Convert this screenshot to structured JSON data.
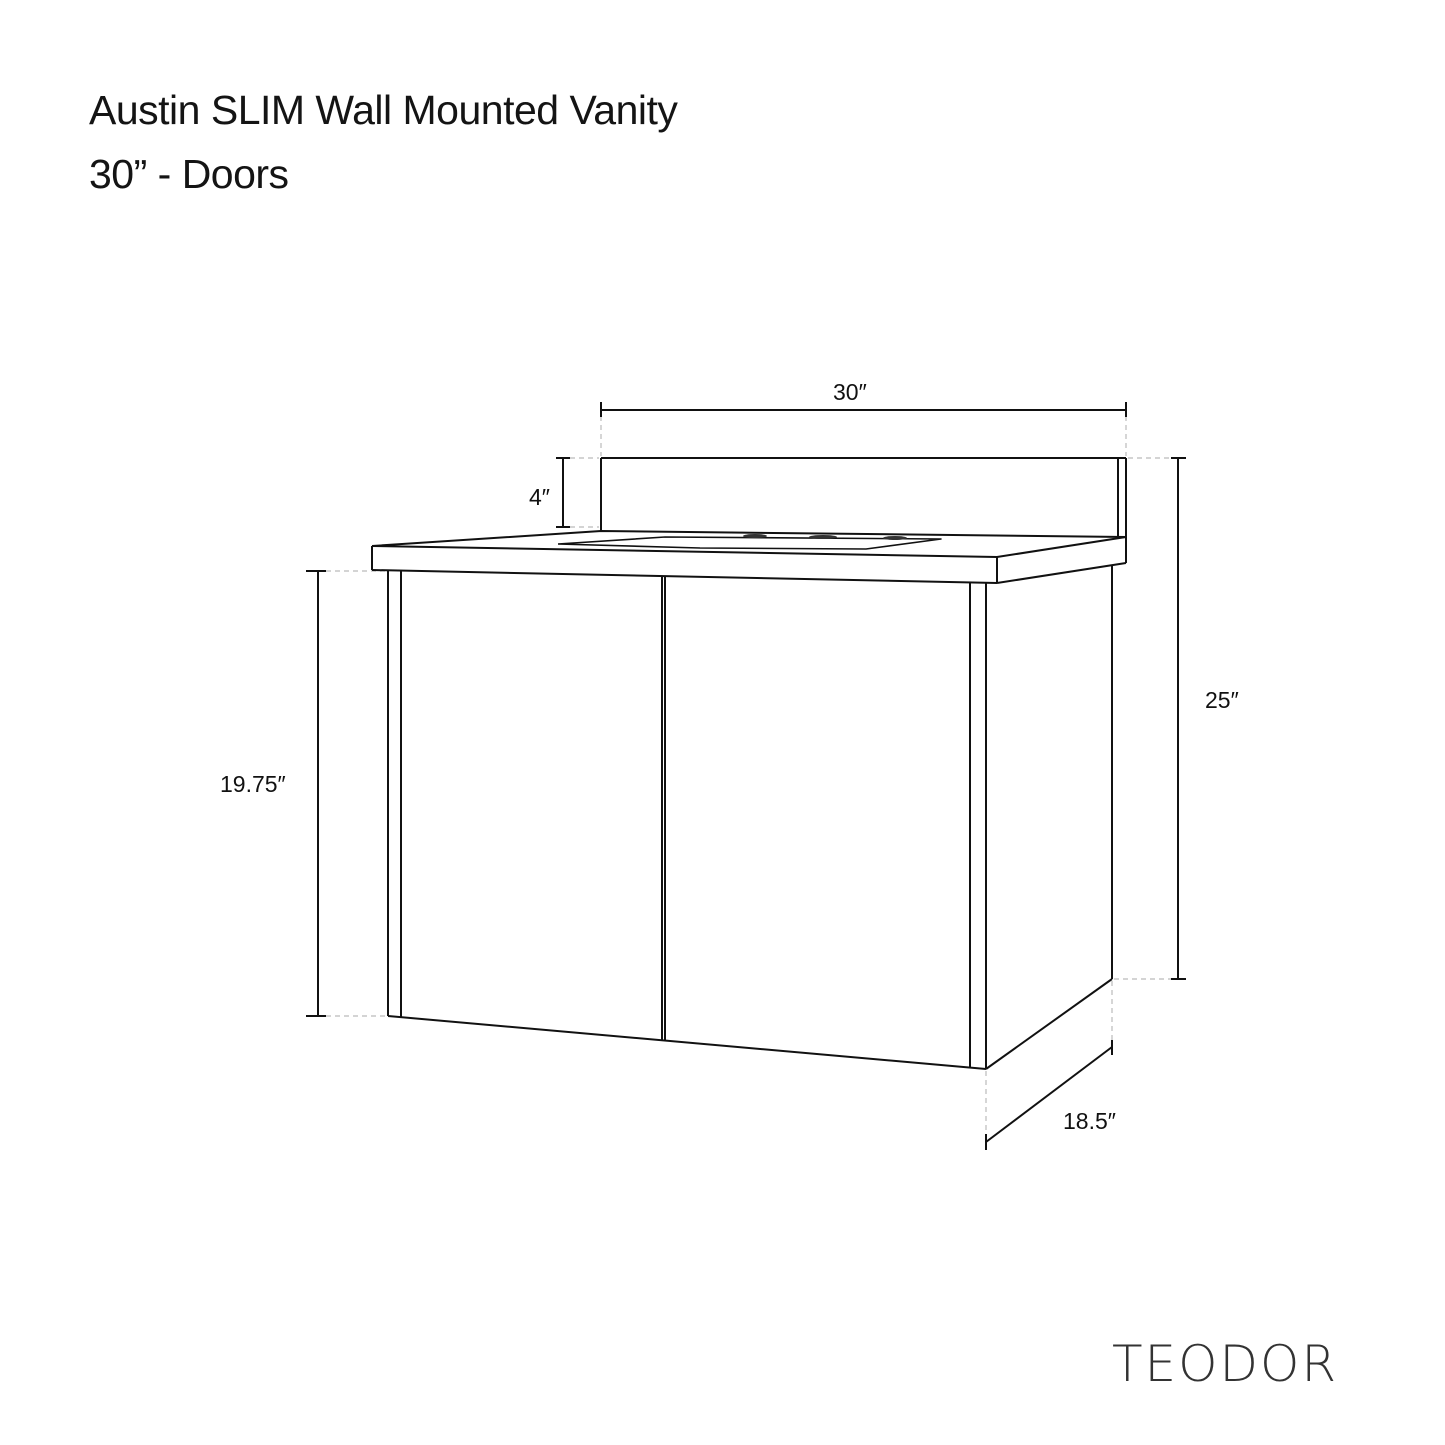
{
  "header": {
    "title": "Austin SLIM Wall Mounted Vanity",
    "subtitle": "30” - Doors"
  },
  "drawing": {
    "subject": "wall mounted vanity with backsplash, countertop with undermount sink, two-door cabinet",
    "line_color": "#111111",
    "guide_color": "#bbbbbb",
    "dimensions": {
      "width": "30″",
      "backsplash_height": "4″",
      "cabinet_height": "19.75″",
      "overall_height": "25″",
      "depth": "18.5″"
    }
  },
  "brand": {
    "logo_text": "TEODOR"
  }
}
